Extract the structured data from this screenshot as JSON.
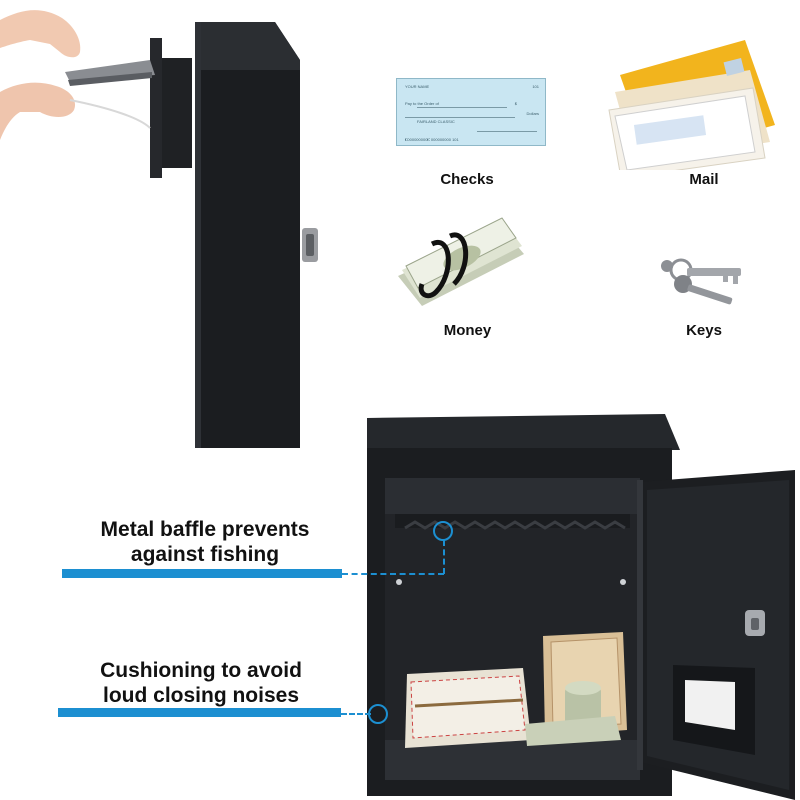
{
  "items": {
    "checks": "Checks",
    "mail": "Mail",
    "money": "Money",
    "keys": "Keys"
  },
  "check_print": {
    "bank_header": "YOUR NAME",
    "number": "101",
    "pay_to": "Pay to the Order of",
    "dollar": "$",
    "dollars": "Dollars",
    "bank": "FAIRLAND CLASSIC",
    "micr": "⑆000000000⑆ 000000000 101"
  },
  "features": {
    "baffle_line1": "Metal baffle prevents",
    "baffle_line2": "against fishing",
    "cushion_line1": "Cushioning to avoid",
    "cushion_line2": "loud closing noises"
  },
  "colors": {
    "accent_blue": "#1c8fd1",
    "box_black": "#1b1d20",
    "envelope_yellow": "#f2b41d",
    "check_blue": "#c9e6f2"
  }
}
